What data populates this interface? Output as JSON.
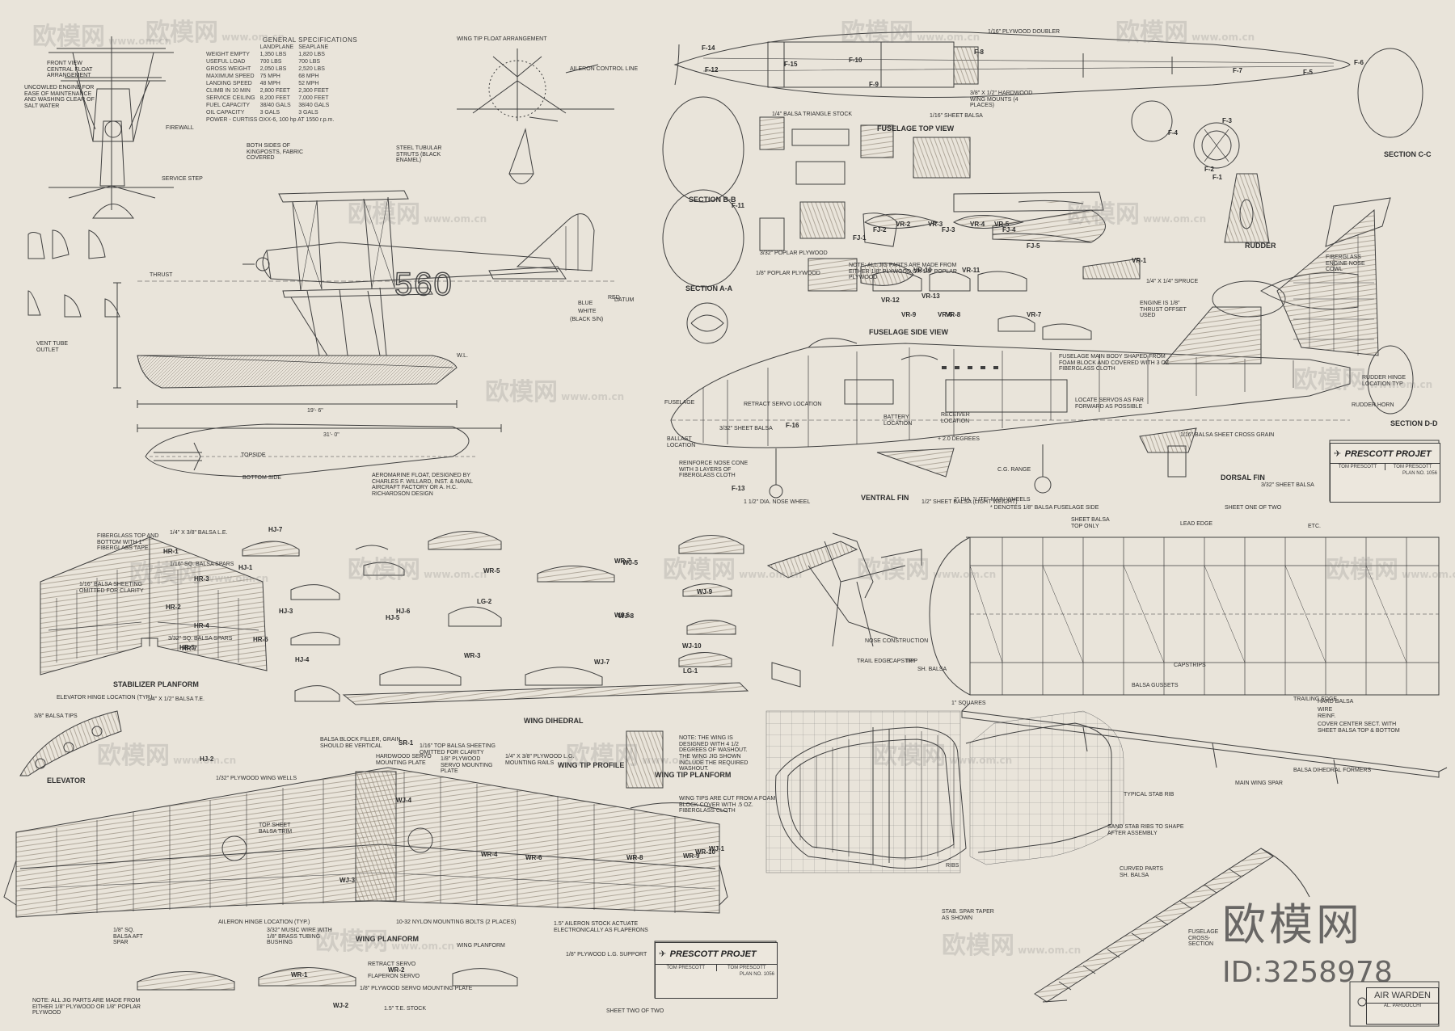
{
  "spec_title": "GENERAL SPECIFICATIONS",
  "spec_head": [
    "",
    "LANDPLANE",
    "SEAPLANE"
  ],
  "spec_rows": [
    [
      "WEIGHT EMPTY",
      "1,350 lbs",
      "1,820 lbs"
    ],
    [
      "USEFUL LOAD",
      "700 lbs",
      "700 lbs"
    ],
    [
      "GROSS WEIGHT",
      "2,050 lbs",
      "2,520 lbs"
    ],
    [
      "MAXIMUM SPEED",
      "75 mph",
      "68 mph"
    ],
    [
      "LANDING SPEED",
      "48 mph",
      "52 mph"
    ],
    [
      "CLIMB IN 10 MIN",
      "2,800 feet",
      "2,300 feet"
    ],
    [
      "SERVICE CEILING",
      "8,200 feet",
      "7,000 feet"
    ],
    [
      "FUEL CAPACITY",
      "38/40 gals",
      "38/40 gals"
    ],
    [
      "OIL CAPACITY",
      "3 gals",
      "3 gals"
    ]
  ],
  "spec_power": "POWER - CURTISS OXX-6, 100 hp AT 1550 r.p.m.",
  "aircraft_number": "560",
  "left_labels": [
    "FRONT VIEW CENTRAL FLOAT ARRANGEMENT",
    "UNCOWLED ENGINE FOR EASE OF MAINTENANCE AND WASHING CLEAR OF SALT WATER",
    "FIREWALL",
    "SERVICE STEP",
    "BOTH SIDES OF KINGPOSTS, FABRIC COVERED",
    "STEEL TUBULAR STRUTS (BLACK ENAMEL)",
    "WING TIP FLOAT ARRANGEMENT",
    "AILERON CONTROL LINE",
    "THRUST",
    "VENT TUBE OUTLET",
    "TOPSIDE",
    "BOTTOM SIDE",
    "AEROMARINE FLOAT, DESIGNED BY CHARLES F. WILLARD, INST. & NAVAL AIRCRAFT FACTORY OR A. H.C. RICHARDSON DESIGN",
    "BLUE",
    "WHITE",
    "(BLACK S/N)",
    "RED",
    "DATUM",
    "W.L.",
    "19'- 6\"",
    "31'- 0\""
  ],
  "view_titles": [
    "FUSELAGE TOP VIEW",
    "FUSELAGE SIDE VIEW",
    "SECTION B-B",
    "SECTION A-A",
    "SECTION C-C",
    "SECTION D-D",
    "RUDDER",
    "DORSAL FIN",
    "VENTRAL FIN",
    "STABILIZER PLANFORM",
    "ELEVATOR",
    "WING DIHEDRAL",
    "WING TIP PROFILE",
    "WING TIP PLANFORM",
    "WING PLANFORM"
  ],
  "fuselage_notes": [
    "1/16\" PLYWOOD DOUBLER",
    "3/8\" X 1/2\" HARDWOOD WING MOUNTS (4 PLACES)",
    "1/4\" BALSA TRIANGLE STOCK",
    "1/16\" SHEET BALSA",
    "3/32\" POPLAR PLYWOOD",
    "1/8\" POPLAR PLYWOOD",
    "NOTE: ALL JIG PARTS ARE MADE FROM EITHER 1/8\" PLYWOOD OR 1/8\" POPLAR PLYWOOD",
    "FUSELAGE MAIN BODY SHAPED FROM FOAM BLOCK AND COVERED WITH 3 OZ FIBERGLASS CLOTH",
    "LOCATE SERVOS AS FAR FORWARD AS POSSIBLE",
    "RETRACT SERVO LOCATION",
    "BATTERY LOCATION",
    "RECEIVER LOCATION",
    "BALLAST LOCATION",
    "REINFORCE NOSE CONE WITH 3 LAYERS OF FIBERGLASS CLOTH",
    "1 1/2\" DIA. NOSE WHEEL",
    "2\" DIA. \"LITE\" MAIN WHEELS",
    "C.G. RANGE",
    "1/2\" SHEET BALSA (LIGHT WEIGHT)",
    "3/32\" SHEET BALSA",
    "1/16\" BALSA SHEET CROSS GRAIN",
    "FIBERGLASS ENGINE NOSE COWL",
    "ENGINE IS 1/8\" THRUST OFFSET USED",
    "1/4\" X 1/4\" SPRUCE",
    "RUDDER HORN",
    "RUDDER HINGE LOCATION TYP.",
    "3/32\" SHEET BALSA",
    "* DENOTES 1/8\" BALSA FUSELAGE SIDE",
    "SHEET ONE OF TWO",
    "SHEET TWO OF TWO",
    "FUSELAGE",
    "+ 2.0 Degrees"
  ],
  "wing_notes": [
    "FIBERGLASS TOP AND BOTTOM WITH 1\" FIBERGLASS TAPE",
    "1/4\" X 3/8\" BALSA L.E.",
    "1/16\" SQ. BALSA SPARS",
    "1/16\" BALSA SHEETING OMITTED FOR CLARITY",
    "ELEVATOR HINGE LOCATION (TYP.)",
    "1/4\" X 1/2\" BALSA T.E.",
    "3/8\" BALSA TIPS",
    "3/32\" SQ. BALSA SPARS",
    "BALSA BLOCK FILLER, GRAIN SHOULD BE VERTICAL",
    "1/16\" TOP BALSA SHEETING OMITTED FOR CLARITY",
    "HARDWOOD SERVO MOUNTING PLATE",
    "1/8\" PLYWOOD SERVO MOUNTING PLATE",
    "1/32\" PLYWOOD WING WELLS",
    "1/4\" X 3/8\" PLYWOOD L.G. MOUNTING RAILS",
    "NOTE: THE WING IS DESIGNED WITH 4 1/2 DEGREES OF WASHOUT. THE WING JIG SHOWN INCLUDE THE REQUIRED WASHOUT.",
    "WING TIPS ARE CUT FROM A FOAM BLOCK COVER WITH .5 OZ. FIBERGLASS CLOTH",
    "TOP SHEET BALSA TRIM",
    "AILERON HINGE LOCATION (TYP.)",
    "1/8\" SQ. BALSA AFT SPAR",
    "3/32\" MUSIC WIRE WITH 1/8\" BRASS TUBING BUSHING",
    "10-32 NYLON MOUNTING BOLTS (2 PLACES)",
    "1.5\" AILERON STOCK ACTUATE ELECTRONICALLY AS FLAPERONS",
    "WING PLANFORM",
    "1/8\" PLYWOOD L.G. SUPPORT",
    "RETRACT SERVO",
    "FLAPERON SERVO",
    "1/8\" PLYWOOD SERVO MOUNTING PLATE",
    "1.5\" T.E. STOCK",
    "NOTE: ALL JIG PARTS ARE MADE FROM EITHER 1/8\" PLYWOOD OR 1/8\" POPLAR PLYWOOD"
  ],
  "right_labels": [
    "SHEET BALSA TOP ONLY",
    "LEAD EDGE",
    "CAPSTRIPS",
    "1\" SQUARES",
    "BALSA GUSSETS",
    "TRAILING EDGE",
    "HARD BALSA",
    "WIRE REINF.",
    "COVER CENTER SECT. WITH SHEET BALSA TOP & BOTTOM",
    "BALSA DIHEDRAL FORMERS",
    "MAIN WING SPAR",
    "TYPICAL STAB RIB",
    "SAND STAB RIBS TO SHAPE AFTER ASSEMBLY",
    "CURVED PARTS SH. BALSA",
    "STAB. SPAR TAPER AS SHOWN",
    "RIBS",
    "FUSELAGE CROSS-SECTION",
    "NOSE CONSTRUCTION",
    "TRAIL EDGE",
    "CAPSTRIP",
    "TIP",
    "SH. BALSA",
    "ETC."
  ],
  "parts_fuselage": [
    "F-14",
    "F-12",
    "F-13",
    "F-15",
    "F-11",
    "F-10",
    "F-9",
    "F-8",
    "F-7",
    "F-6",
    "F-5",
    "F-4",
    "F-3",
    "F-2",
    "F-1",
    "F-16",
    "FJ-1",
    "FJ-2",
    "FJ-3",
    "FJ-4",
    "FJ-5",
    "VR-1",
    "VR-2",
    "VR-3",
    "VR-4",
    "VR-5",
    "VR-6",
    "VR-7",
    "VR-8",
    "VR-9",
    "VR-10",
    "VR-11",
    "VR-12",
    "VR-13"
  ],
  "parts_wing": [
    "HR-1",
    "HR-2",
    "HR-3",
    "HR-4",
    "HR-5",
    "HR-6",
    "HR-7",
    "HJ-1",
    "HJ-2",
    "HJ-3",
    "HJ-4",
    "HJ-5",
    "HJ-6",
    "HJ-7",
    "SR-1",
    "WR-1",
    "WR-2",
    "WR-3",
    "WR-4",
    "WR-5",
    "WR-6",
    "WR-7",
    "WR-8",
    "WR-9",
    "WR-10",
    "WJ-1",
    "WJ-2",
    "WJ-3",
    "WJ-4",
    "WJ-5",
    "WJ-6",
    "WJ-7",
    "WJ-8",
    "WJ-9",
    "WJ-10",
    "LG-1",
    "LG-2"
  ],
  "title_block_1": {
    "brand": "PRESCOTT PROJET",
    "left": "TOM PRESCOTT",
    "right": "TOM PRESCOTT",
    "plan": "PLAN NO. 1056"
  },
  "title_block_2": {
    "brand": "PRESCOTT PROJET",
    "left": "TOM PRESCOTT",
    "right": "TOM PRESCOTT",
    "plan": "PLAN NO. 1056"
  },
  "title_block_3": {
    "name": "AIR WARDEN",
    "author": "AL. PARDOCCHI"
  },
  "watermark_site": "www.om.cn",
  "watermark_brand": "欧模网",
  "watermark_id": "ID:3258978"
}
